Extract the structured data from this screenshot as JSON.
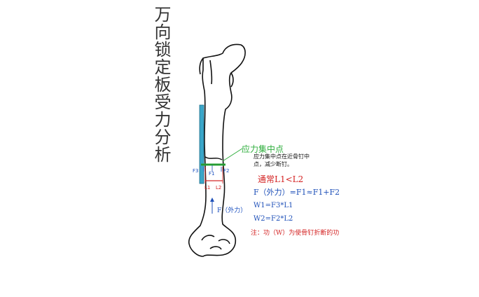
{
  "title": "万向锁定板受力分析",
  "stress_point": {
    "label": "应力集中点",
    "note": "应力集中点在近骨钉中点，减少断钉。"
  },
  "forces": {
    "f3": "F3",
    "f1": "F1",
    "f2": "F2",
    "l1": "L1",
    "l2": "L2",
    "external": "F（外力）"
  },
  "notes": {
    "line1": "通常L1<L2",
    "line2": "F（外力）=F1≈F1+F2",
    "line3": "W1=F3*L1",
    "line4": "W2=F2*L2",
    "line5": "注：功（W）为使骨钉折断的功"
  },
  "colors": {
    "plate": "#3aa6c9",
    "stress_green": "#2fae3d",
    "force_blue": "#1d4fb8",
    "note_red": "#d42424",
    "bone_outline": "#111111"
  }
}
